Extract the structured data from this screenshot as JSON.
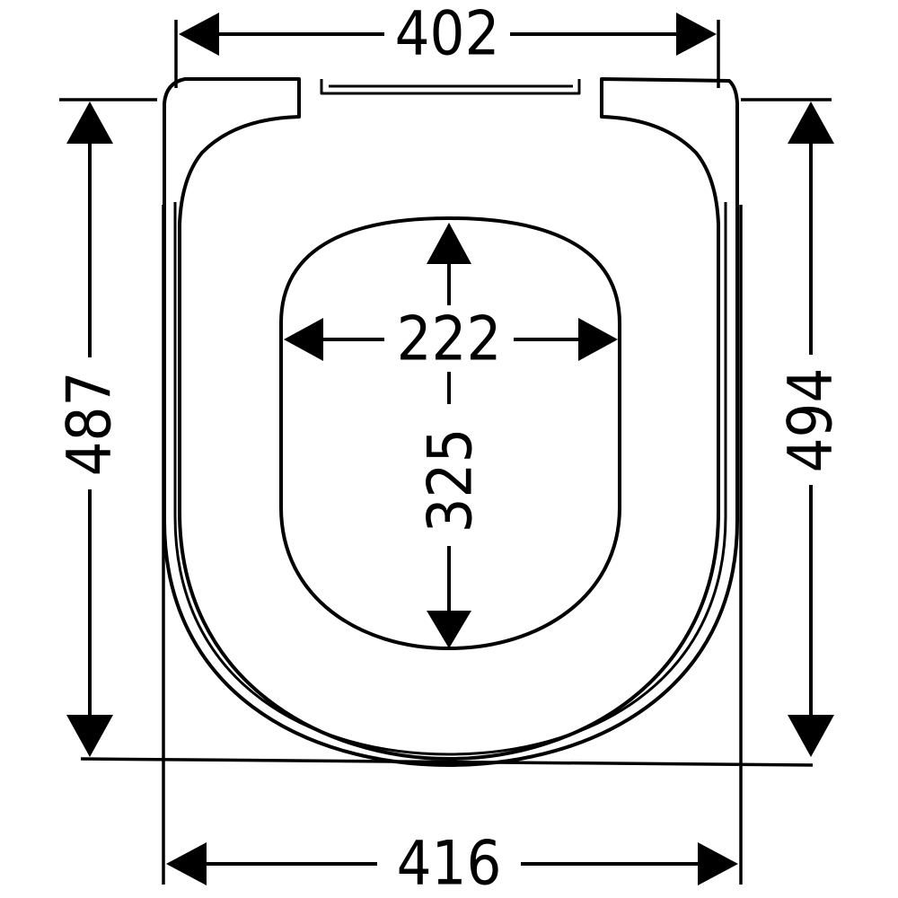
{
  "dimensions": {
    "top_width": "402",
    "bottom_width": "416",
    "left_height": "487",
    "right_height": "494",
    "opening_width": "222",
    "opening_height": "325"
  },
  "colors": {
    "stroke": "#000000",
    "background": "#ffffff"
  }
}
